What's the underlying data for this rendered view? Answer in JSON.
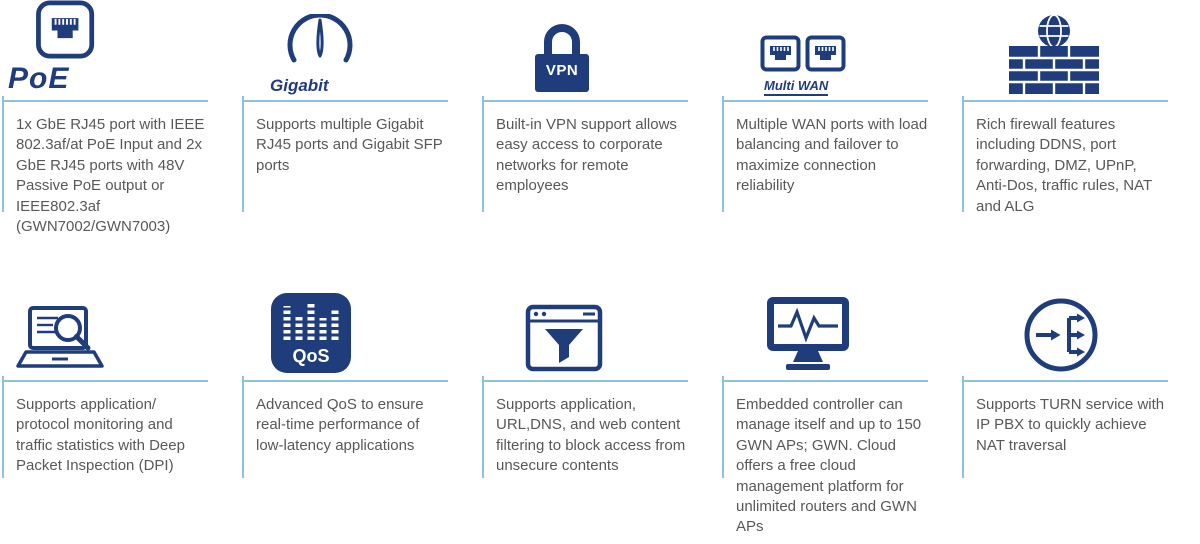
{
  "colors": {
    "icon_navy": "#1f3d7a",
    "accent_line": "#8fc0dc",
    "text_gray": "#58585a",
    "background": "#ffffff"
  },
  "features": [
    {
      "icon": "poe-port-icon",
      "badge": "PoE",
      "text": "1x GbE RJ45 port with IEEE 802.3af/at PoE Input and 2x GbE RJ45 ports with 48V Passive PoE output or IEEE802.3af (GWN7002/GWN7003)"
    },
    {
      "icon": "gigabit-gauge-icon",
      "badge": "Gigabit",
      "text": "Supports multiple Gigabit RJ45 ports and Gigabit SFP ports"
    },
    {
      "icon": "vpn-lock-icon",
      "badge": "VPN",
      "text": "Built-in VPN support allows easy access to corporate networks for remote employees"
    },
    {
      "icon": "multi-wan-ports-icon",
      "badge": "Multi WAN",
      "text": "Multiple WAN ports with load balancing and failover to maximize connection reliability"
    },
    {
      "icon": "firewall-globe-icon",
      "badge": "",
      "text": "Rich firewall features including DDNS, port forwarding, DMZ, UPnP, Anti-Dos, traffic rules, NAT and ALG"
    },
    {
      "icon": "dpi-laptop-magnifier-icon",
      "badge": "",
      "text": "Supports application/ protocol monitoring and traffic statistics with Deep Packet Inspection (DPI)"
    },
    {
      "icon": "qos-equalizer-icon",
      "badge": "QoS",
      "text": "Advanced QoS to ensure real-time performance of low-latency applications"
    },
    {
      "icon": "web-content-filter-icon",
      "badge": "",
      "text": "Supports application, URL,DNS, and web content filtering to block access from unsecure contents"
    },
    {
      "icon": "embedded-controller-monitor-icon",
      "badge": "",
      "text": "Embedded controller can manage itself and up to 150 GWN APs; GWN. Cloud offers a free cloud management platform for unlimited routers and GWN APs"
    },
    {
      "icon": "turn-nat-traversal-icon",
      "badge": "",
      "text": "Supports TURN service with IP PBX to quickly achieve NAT traversal"
    }
  ]
}
